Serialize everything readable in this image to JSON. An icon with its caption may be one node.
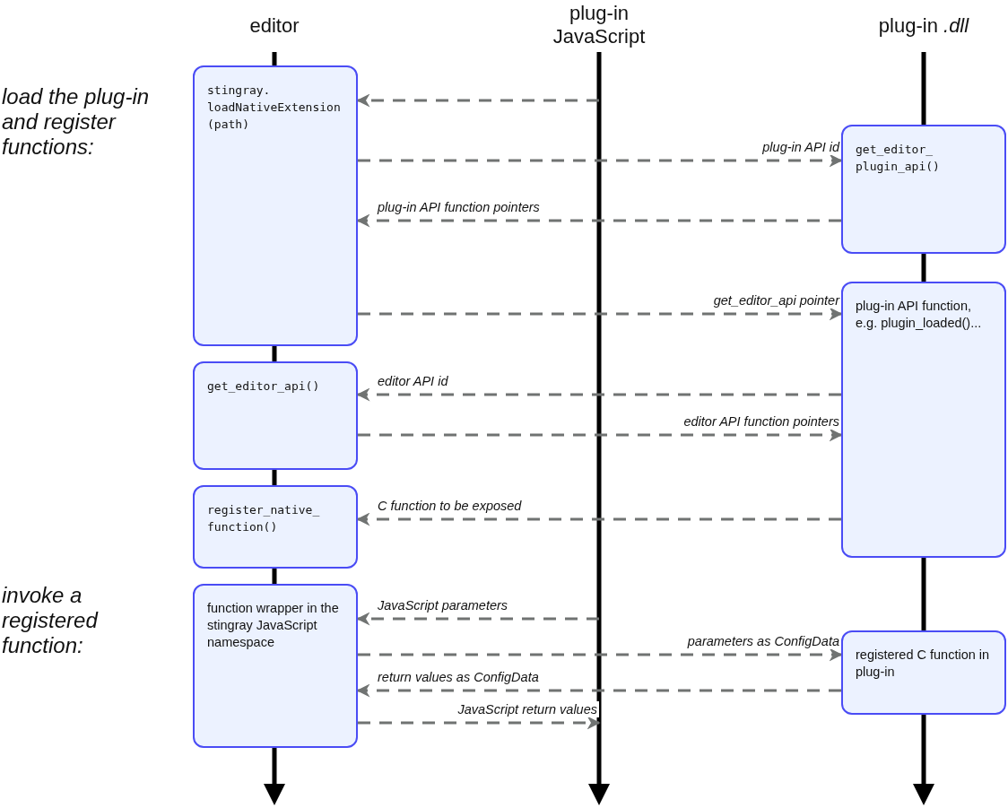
{
  "diagram": {
    "nodes": [
      {
        "text": [
          "editor"
        ]
      },
      {
        "text": [
          "plug-in JavaScript"
        ]
      },
      {
        "text": [
          "plug-in *.dll*"
        ]
      },
      {
        "text": [
          "stingray. loadNativeExtension (path)"
        ]
      },
      {
        "text": [
          "get_editor_ plugin_api()"
        ]
      },
      {
        "text": [
          "plug-in API function, e.g. plugin_loaded()..."
        ]
      },
      {
        "text": [
          "get_editor_api()"
        ]
      },
      {
        "text": [
          "register_native_ function()"
        ]
      },
      {
        "text": [
          "function wrapper in the stingray JavaScript namespace"
        ]
      },
      {
        "text": [
          "registered C function in plug-in"
        ]
      }
    ],
    "edges": [
      {
        "from": 1,
        "to": 3,
        "arrow": "to",
        "style": "dashed"
      },
      {
        "from": 3,
        "to": 4,
        "arrow": "to",
        "style": "dashed",
        "label": "plug-in API id"
      },
      {
        "from": 4,
        "to": 3,
        "arrow": "to",
        "style": "dashed",
        "label": "plug-in API function pointers"
      },
      {
        "from": 3,
        "to": 5,
        "arrow": "to",
        "style": "dashed",
        "label": "get_editor_api pointer"
      },
      {
        "from": 5,
        "to": 6,
        "arrow": "to",
        "style": "dashed",
        "label": "editor API id"
      },
      {
        "from": 6,
        "to": 5,
        "arrow": "to",
        "style": "dashed",
        "label": "editor API function pointers"
      },
      {
        "from": 5,
        "to": 7,
        "arrow": "to",
        "style": "dashed",
        "label": "C function to be exposed"
      },
      {
        "from": 1,
        "to": 8,
        "arrow": "to",
        "style": "dashed",
        "label": "JavaScript parameters"
      },
      {
        "from": 8,
        "to": 9,
        "arrow": "to",
        "style": "dashed",
        "label": "parameters as ConfigData"
      },
      {
        "from": 9,
        "to": 8,
        "arrow": "to",
        "style": "dashed",
        "label": "return values as ConfigData"
      },
      {
        "from": 8,
        "to": 1,
        "arrow": "to",
        "style": "dashed",
        "label": "JavaScript return values"
      }
    ],
    "labels": [
      "load the plug-in and register functions:",
      "invoke a registered function:"
    ]
  }
}
